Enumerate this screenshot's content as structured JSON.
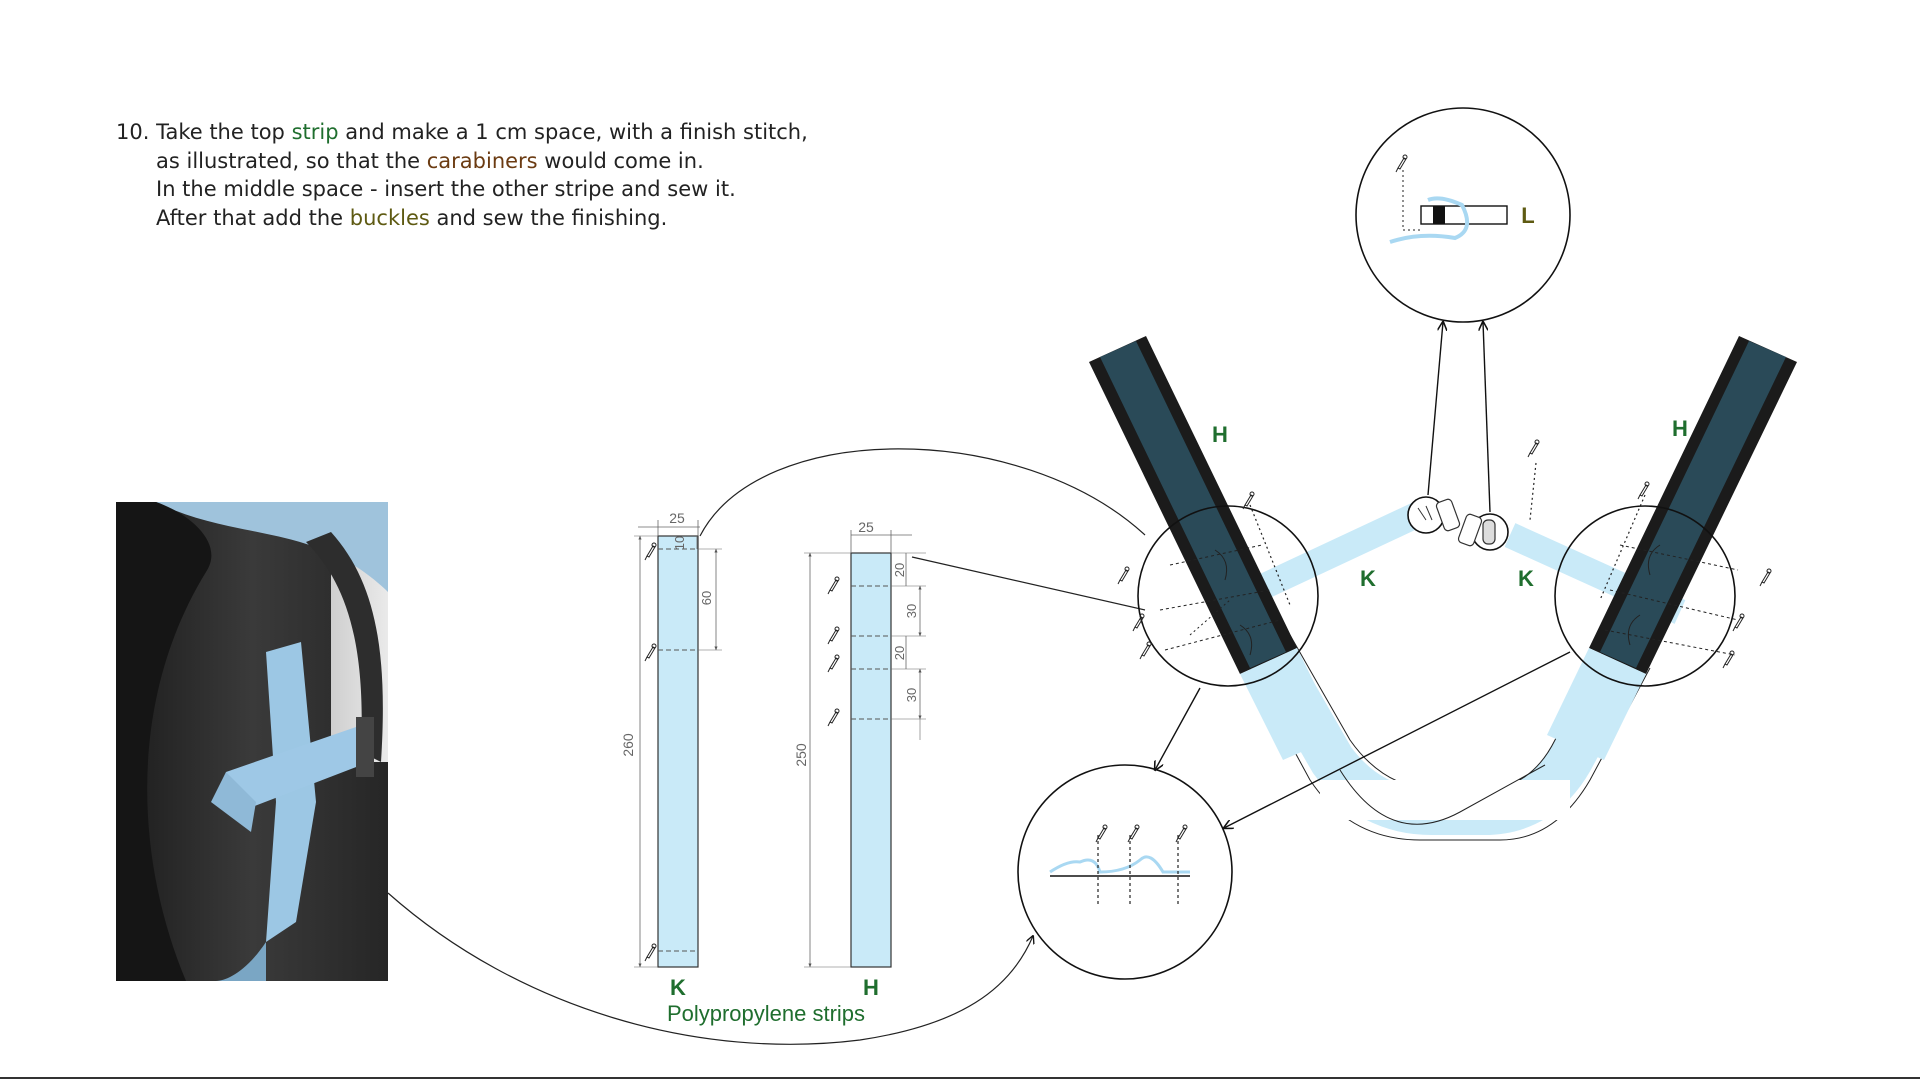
{
  "instructions": {
    "number": "10.",
    "line1_pre": "Take the top ",
    "word_strip": "strip",
    "line1_post": " and make a 1 cm space, with a finish stitch,",
    "line2_pre": "as illustrated, so that the ",
    "word_carabiners": "carabiners",
    "line2_post": " would come in.",
    "line3": "In the middle space - insert the other stripe and sew it.",
    "line4_pre": "After that add the ",
    "word_buckles": "buckles",
    "line4_post": " and sew the finishing."
  },
  "strips": {
    "caption": "Polypropylene strips",
    "k": {
      "label": "K",
      "width": "25",
      "length": "260",
      "top_gap": "10",
      "first_section": "60"
    },
    "h": {
      "label": "H",
      "width": "25",
      "length": "250",
      "segments": [
        "20",
        "30",
        "20",
        "30"
      ]
    }
  },
  "assembly": {
    "left_strap_label": "H",
    "right_strap_label": "H",
    "left_cross_label": "K",
    "right_cross_label": "K",
    "detail_label": "L"
  },
  "colors": {
    "strip_fill": "#c9eaf8",
    "strap_dark": "#2a4a58",
    "strap_edge": "#1b1b1b",
    "label_green": "#1f6e2e",
    "label_olive": "#5e5a12",
    "photo_strap": "#a9cfe6"
  }
}
